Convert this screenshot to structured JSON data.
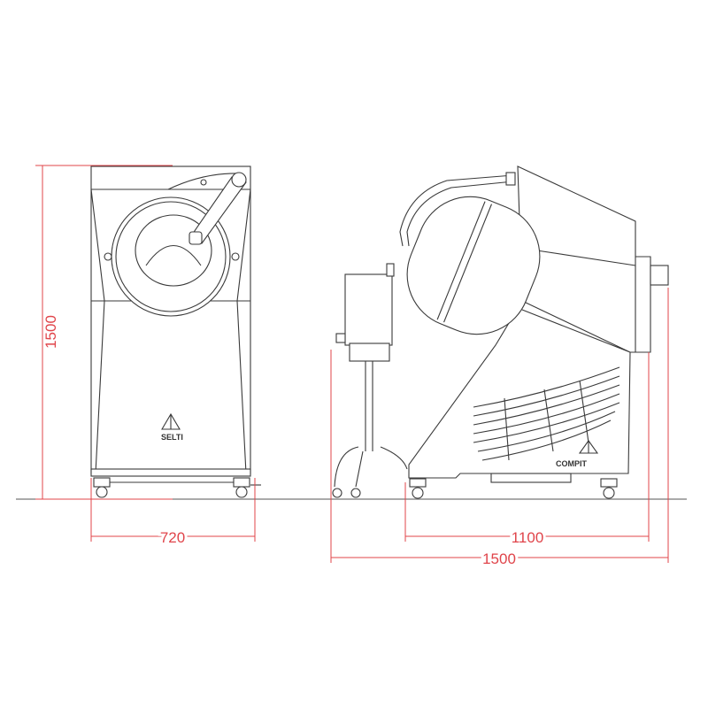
{
  "dimensions": {
    "height": "1500",
    "width_front": "720",
    "depth_machine": "1100",
    "depth_total": "1500"
  },
  "logos": {
    "front": "SELTI",
    "side": "COMPIT"
  },
  "colors": {
    "dimension": "#e0444a",
    "outline": "#3a3a3a"
  }
}
